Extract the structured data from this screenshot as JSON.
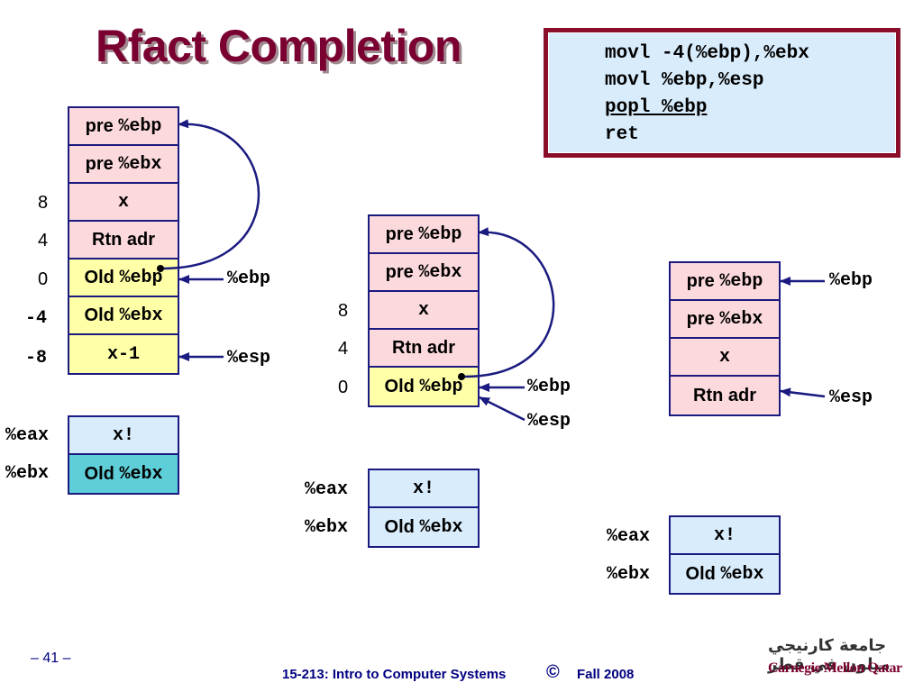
{
  "title": "Rfact Completion",
  "code": {
    "lines": [
      "movl -4(%ebp),%ebx",
      "movl %ebp,%esp",
      "popl %ebp",
      "ret"
    ]
  },
  "diagram1": {
    "offsets": [
      "8",
      "4",
      "0",
      "-4",
      "-8"
    ],
    "cells": [
      {
        "word": "pre",
        "reg": "%ebp"
      },
      {
        "word": "pre",
        "reg": "%ebx"
      },
      {
        "word": "",
        "reg": "x"
      },
      {
        "word": "Rtn adr",
        "reg": ""
      },
      {
        "word": "Old",
        "reg": "%ebp"
      },
      {
        "word": "Old",
        "reg": "%ebx"
      },
      {
        "word": "",
        "reg": "x-1"
      }
    ],
    "ebp_label": "%ebp",
    "esp_label": "%esp",
    "regs": [
      {
        "name": "%eax",
        "word": "",
        "value": "x!"
      },
      {
        "name": "%ebx",
        "word": "Old",
        "value": "%ebx"
      }
    ]
  },
  "diagram2": {
    "offsets": [
      "8",
      "4",
      "0"
    ],
    "cells": [
      {
        "word": "pre",
        "reg": "%ebp"
      },
      {
        "word": "pre",
        "reg": "%ebx"
      },
      {
        "word": "",
        "reg": "x"
      },
      {
        "word": "Rtn adr",
        "reg": ""
      },
      {
        "word": "Old",
        "reg": "%ebp"
      }
    ],
    "ebp_label": "%ebp",
    "esp_label": "%esp",
    "regs": [
      {
        "name": "%eax",
        "word": "",
        "value": "x!"
      },
      {
        "name": "%ebx",
        "word": "Old",
        "value": "%ebx"
      }
    ]
  },
  "diagram3": {
    "cells": [
      {
        "word": "pre",
        "reg": "%ebp"
      },
      {
        "word": "pre",
        "reg": "%ebx"
      },
      {
        "word": "",
        "reg": "x"
      },
      {
        "word": "Rtn adr",
        "reg": ""
      }
    ],
    "ebp_label": "%ebp",
    "esp_label": "%esp",
    "regs": [
      {
        "name": "%eax",
        "word": "",
        "value": "x!"
      },
      {
        "name": "%ebx",
        "word": "Old",
        "value": "%ebx"
      }
    ]
  },
  "footer": {
    "page": "– 41 –",
    "course": "15-213: Intro to Computer Systems",
    "copyright": "©",
    "term": "Fall 2008",
    "logo_arabic": "جامعة كارنيجي ميلون في قطر",
    "logo_english": "Carnegie Mellon Qatar"
  },
  "colors": {
    "title": "#7a0031",
    "frame": "#1a1a80",
    "pink": "#fcd9dc",
    "yellow": "#ffffa8",
    "lightblue": "#d9ecfb",
    "teal": "#5ecfd9"
  }
}
